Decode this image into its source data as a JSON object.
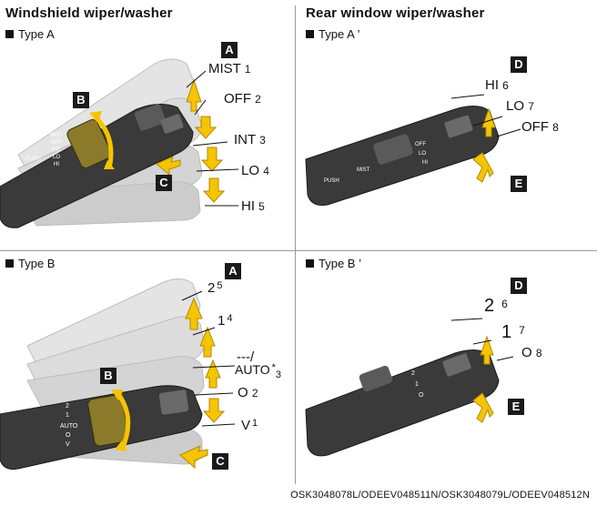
{
  "sections": {
    "front": {
      "title": "Windshield wiper/washer"
    },
    "rear": {
      "title": "Rear window wiper/washer"
    }
  },
  "panels": {
    "typeA": {
      "label": "Type A",
      "callouts": {
        "a": "A",
        "b": "B",
        "c": "C"
      },
      "positions": [
        {
          "text": "MIST",
          "num": "1"
        },
        {
          "text": "OFF",
          "num": "2"
        },
        {
          "text": "INT",
          "num": "3"
        },
        {
          "text": "LO",
          "num": "4"
        },
        {
          "text": "HI",
          "num": "5"
        }
      ],
      "stalk_markings": [
        "MIST",
        "OFF",
        "INT",
        "LO",
        "HI",
        "PUSH"
      ]
    },
    "typeAprime": {
      "label": "Type A ’",
      "callouts": {
        "d": "D",
        "e": "E"
      },
      "positions": [
        {
          "text": "HI",
          "num": "6"
        },
        {
          "text": "LO",
          "num": "7"
        },
        {
          "text": "OFF",
          "num": "8"
        }
      ],
      "stalk_markings": [
        "MIST",
        "OFF",
        "LO",
        "HI",
        "PUSH"
      ]
    },
    "typeB": {
      "label": "Type B",
      "callouts": {
        "a": "A",
        "b": "B",
        "c": "C"
      },
      "positions": [
        {
          "text": "2",
          "num": "5"
        },
        {
          "text": "1",
          "num": "4"
        },
        {
          "text": "---/",
          "num": ""
        },
        {
          "text": "AUTO",
          "num": "3",
          "mark": "*"
        },
        {
          "text": "O",
          "num": "2"
        },
        {
          "text": "V",
          "num": "1"
        }
      ],
      "stalk_markings": [
        "2",
        "1",
        "AUTO",
        "O",
        "V"
      ]
    },
    "typeBprime": {
      "label": "Type B ’",
      "callouts": {
        "d": "D",
        "e": "E"
      },
      "positions": [
        {
          "text": "2",
          "num": "6"
        },
        {
          "text": "1",
          "num": "7"
        },
        {
          "text": "O",
          "num": "8"
        }
      ],
      "stalk_markings": [
        "2",
        "1",
        "O"
      ]
    }
  },
  "colors": {
    "arrow": "#f6c400",
    "knob": "#8a7a2a",
    "stalk": "#3a3a3a",
    "ghost": "#d8d8d8"
  },
  "caption": "OSK3048078L/ODEEV048511N/OSK3048079L/ODEEV048512N"
}
